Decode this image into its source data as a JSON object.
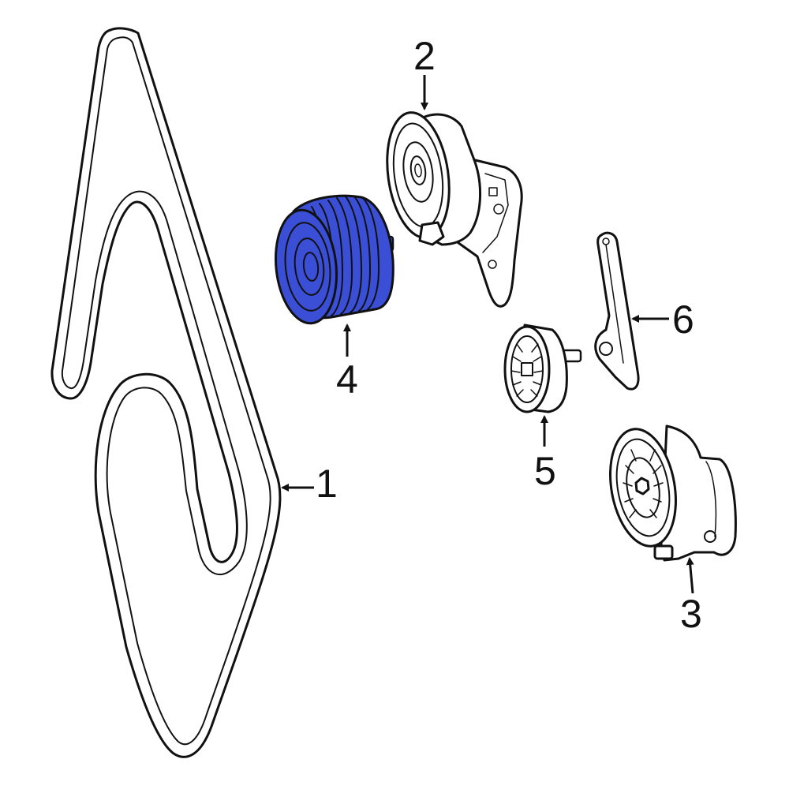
{
  "callouts": {
    "belt": "1",
    "tensioner_upper": "2",
    "tensioner_lower": "3",
    "pulley_highlighted": "4",
    "idler_pulley": "5",
    "bracket": "6"
  },
  "colors": {
    "highlight": "#3a4fd6",
    "line": "#111111",
    "background": "#ffffff"
  }
}
